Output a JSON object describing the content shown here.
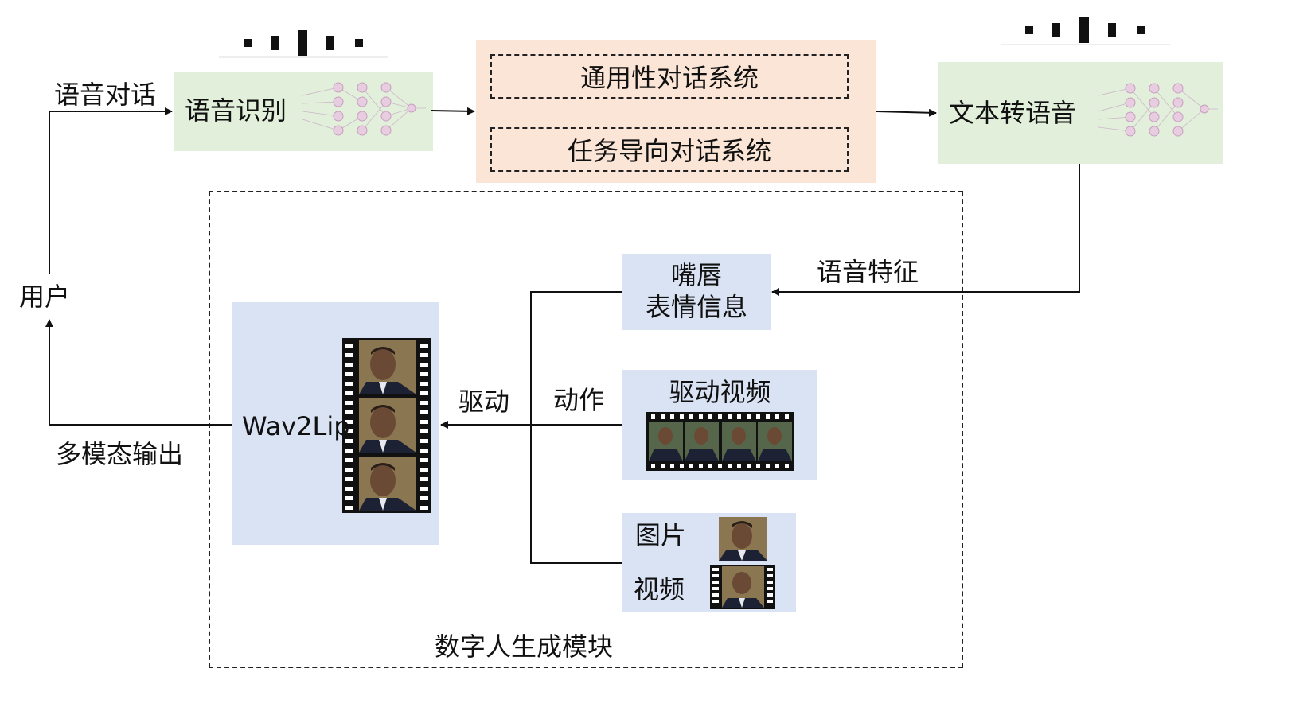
{
  "nodes": {
    "user": "用户",
    "voice_dialog": "语音对话",
    "asr": "语音识别",
    "general_dialog": "通用性对话系统",
    "task_dialog": "任务导向对话系统",
    "tts": "文本转语音",
    "speech_feature": "语音特征",
    "lip_expression_line1": "嘴唇",
    "lip_expression_line2": "表情信息",
    "drive_video": "驱动视频",
    "action": "动作",
    "drive": "驱动",
    "image": "图片",
    "video": "视频",
    "wav2lip": "Wav2Lip",
    "multimodal_output": "多模态输出",
    "module_title": "数字人生成模块"
  },
  "colors": {
    "green_box": "#e2efda",
    "orange_box": "#fbe5d6",
    "blue_box": "#dae3f3",
    "line": "#111111"
  }
}
